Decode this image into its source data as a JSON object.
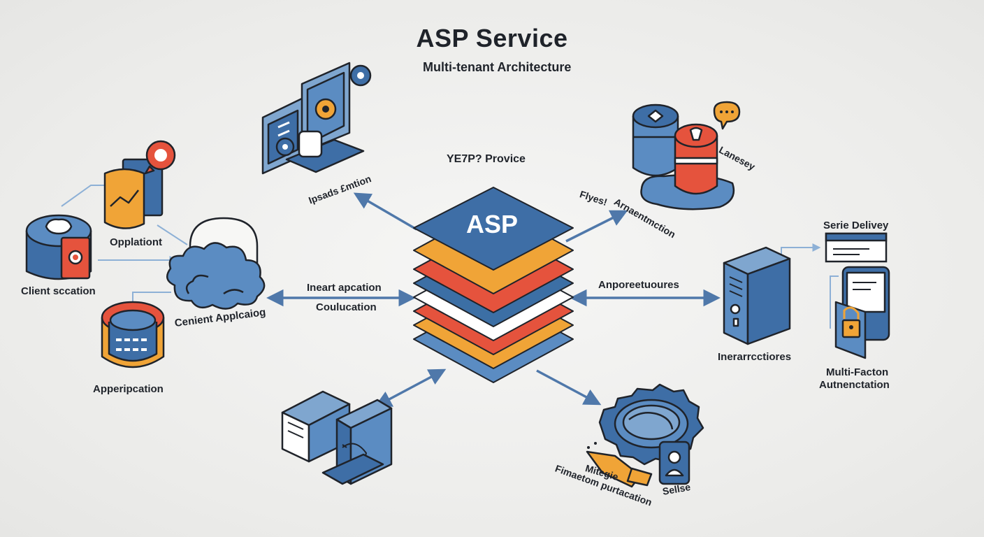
{
  "header": {
    "title": "ASP Service",
    "subtitle": "Multi-tenant Architecture"
  },
  "hub": {
    "label": "ASP",
    "provider_label": "YE7P? Provice",
    "layer_colors": [
      "#5b8cc2",
      "#f0a437",
      "#e5533d",
      "#ffffff",
      "#3c6fa5",
      "#e5533d",
      "#f0a437",
      "#3e6ea6"
    ]
  },
  "nodes": {
    "client_station": {
      "label": "Client sccation"
    },
    "opplation": {
      "label": "Opplationt"
    },
    "client_app": {
      "label": "Cenient Applcaiog"
    },
    "apperipcation": {
      "label": "Apperipcation"
    },
    "ipsads": {
      "label": "Ipsads £mtion"
    },
    "language_db": {
      "label": "Lanesey"
    },
    "flyes": {
      "label": "Flyes!"
    },
    "arnaentmction": {
      "label": "Arnaentmction"
    },
    "service_delivery": {
      "label": "Serie Delivey"
    },
    "inerarrcctiores": {
      "label": "Inerarrcctiores"
    },
    "mfa": {
      "label_line1": "Multi-Facton",
      "label_line2": "Autnenctation"
    },
    "mitegie": {
      "label": "Mitegie"
    },
    "fimaetom": {
      "label": "Fimaetom purtacation"
    },
    "selluse": {
      "label": "Sellse"
    }
  },
  "connectors": {
    "left_top": "Ineart apcation",
    "left_bottom": "Coulucation",
    "right": "Anporeetuoures"
  },
  "colors": {
    "blue_dark": "#3e6ea6",
    "blue_light": "#7fa6cf",
    "orange": "#f0a437",
    "red": "#e5533d",
    "outline": "#1f232a",
    "arrow": "#4f78aa",
    "line_light": "#8db0d6"
  }
}
